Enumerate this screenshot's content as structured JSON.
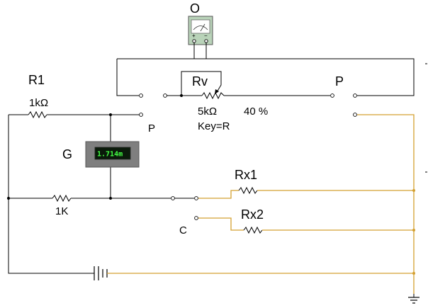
{
  "labels": {
    "oscilloscope": "O",
    "r1_name": "R1",
    "r1_value": "1kΩ",
    "rv_name": "Rv",
    "rv_value": "5kΩ",
    "rv_percent": "40 %",
    "rv_key": "Key=R",
    "switch_p_top": "P",
    "switch_p_left": "P",
    "galvanometer": "G",
    "galv_reading": "1.714m",
    "r_1k": "1K",
    "rx1": "Rx1",
    "rx2": "Rx2",
    "switch_c": "C"
  },
  "colors": {
    "wire": "#000000",
    "wire_highlight": "#d4a030",
    "meter_body": "#7f7f7f",
    "meter_display": "#0a1a0a",
    "meter_digits": "#44ff44",
    "scope_body": "#b9d3b9"
  },
  "icons": {
    "oscilloscope": "meter-icon",
    "galvanometer": "digital-meter-icon",
    "battery": "battery-icon",
    "ground": "ground-icon",
    "potentiometer": "potentiometer-icon"
  }
}
